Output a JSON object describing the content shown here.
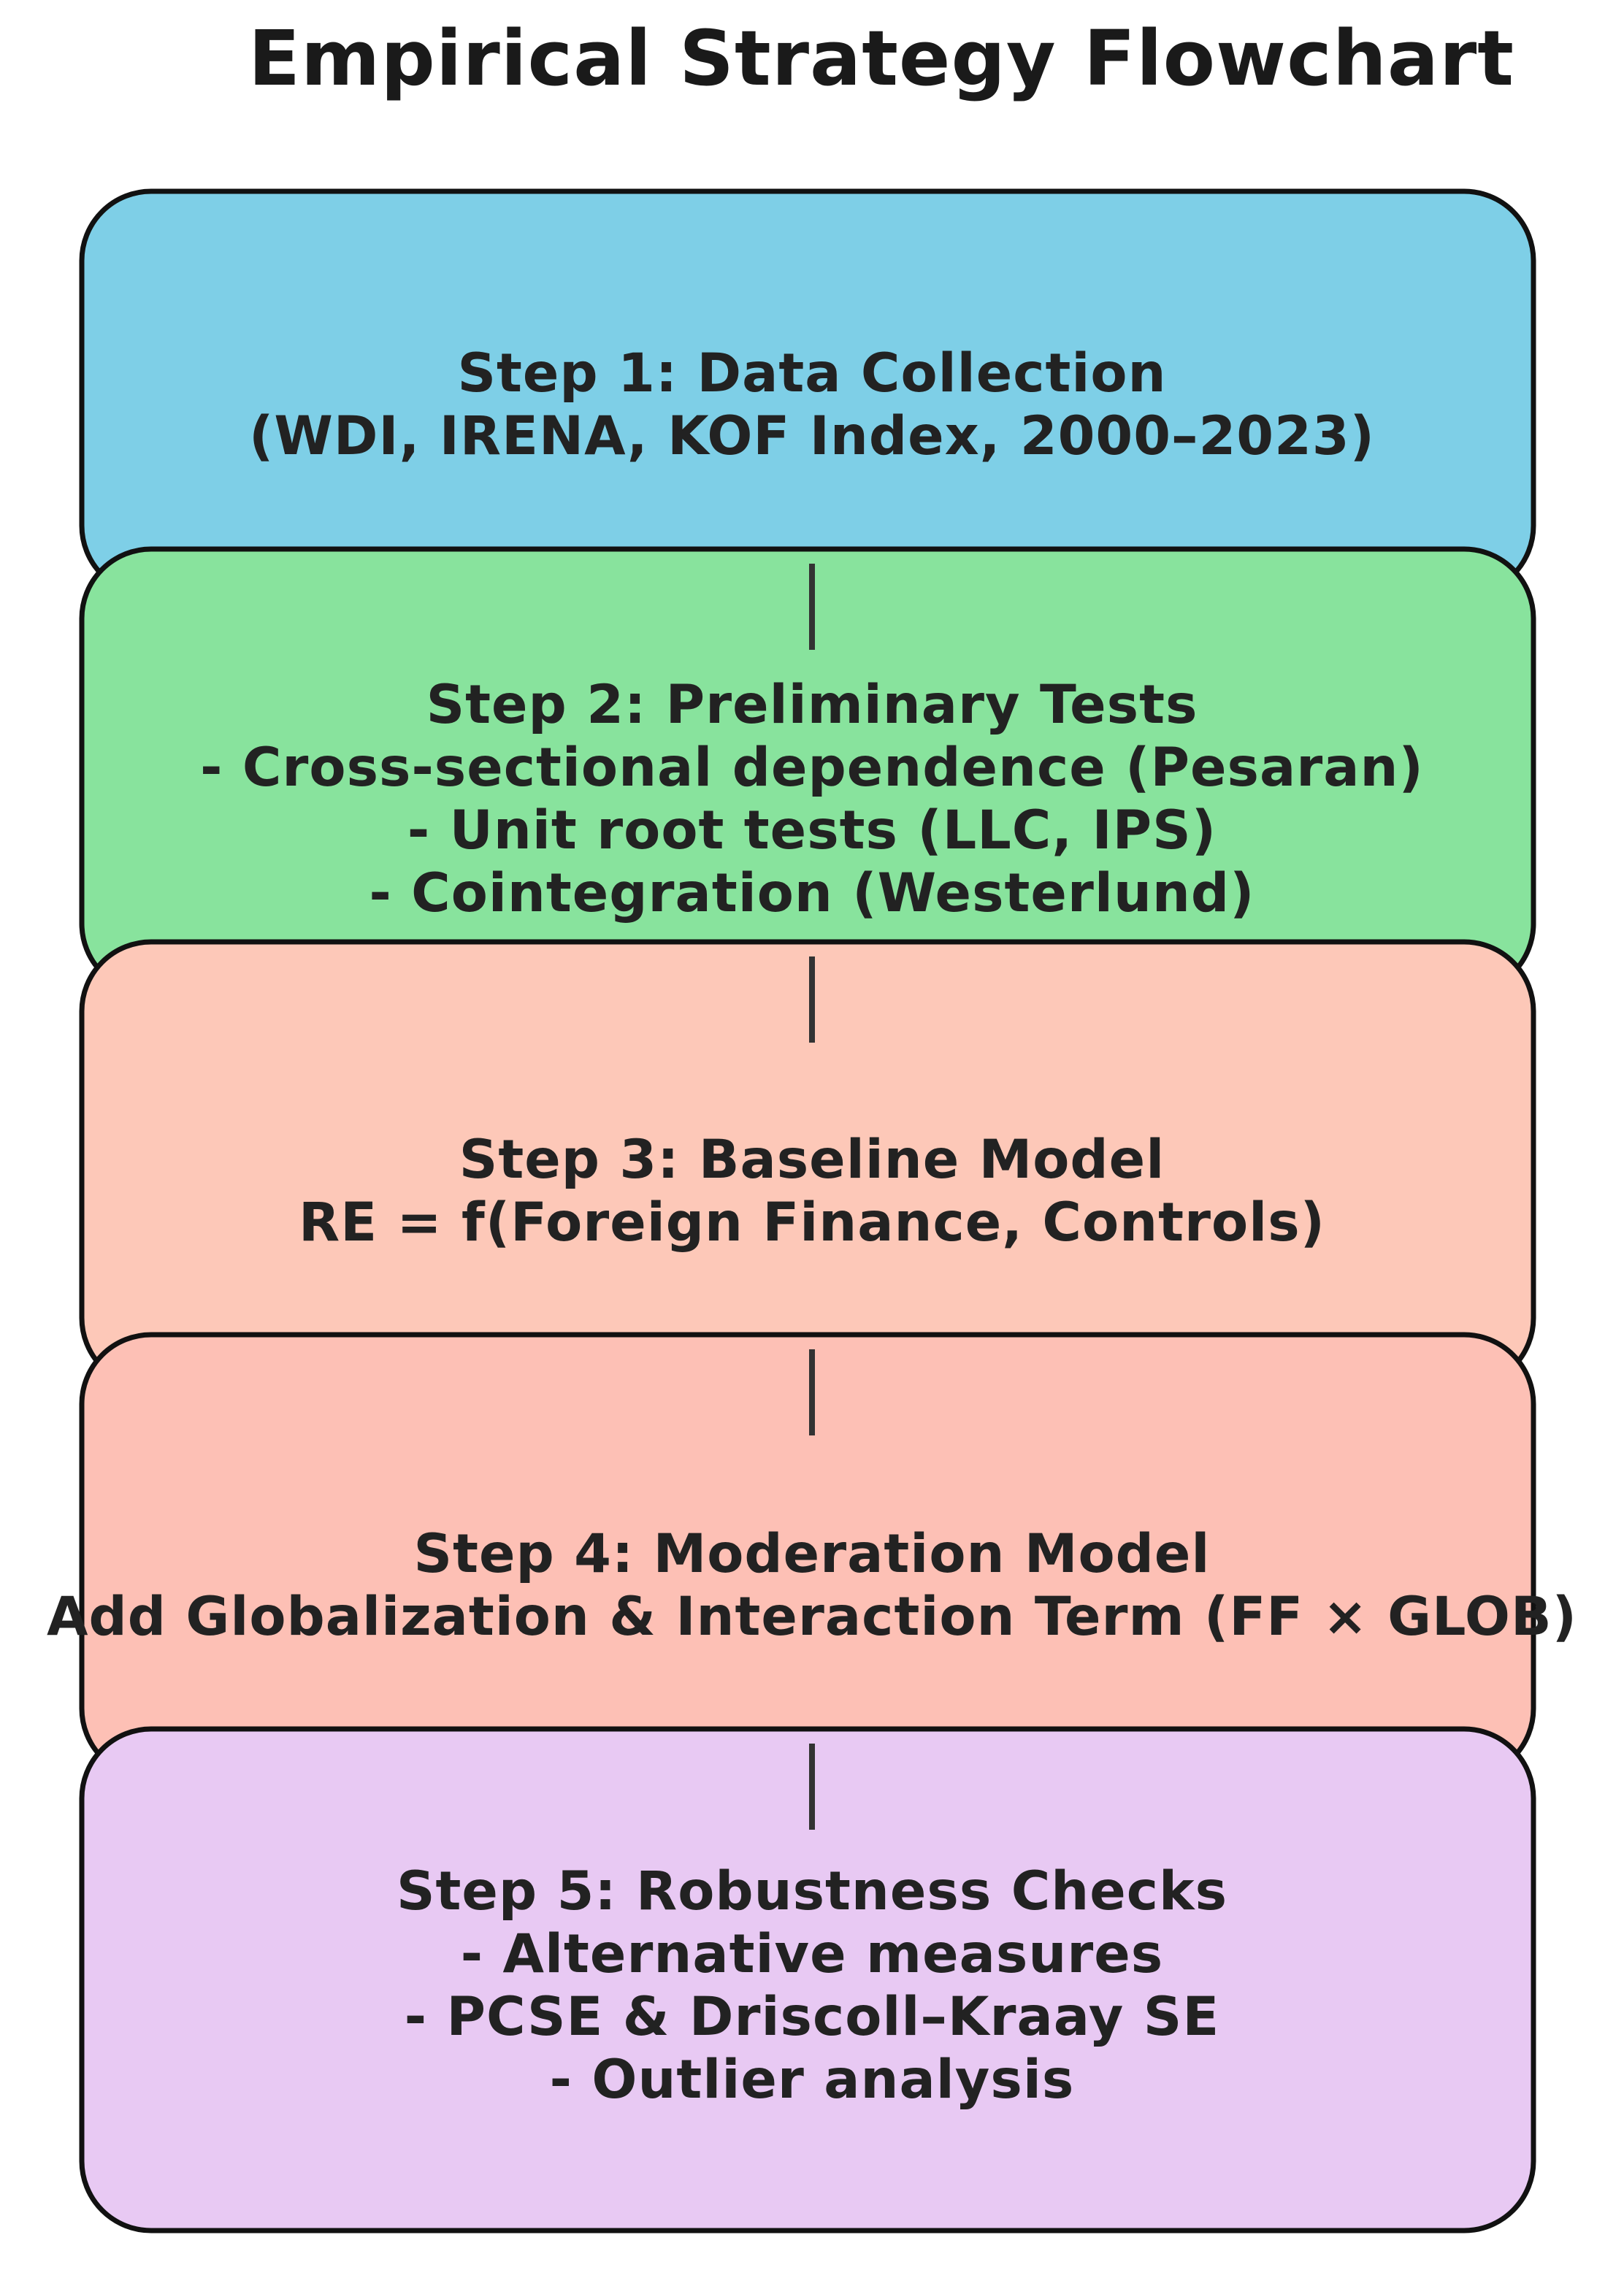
{
  "title": "Empirical Strategy Flowchart",
  "steps": [
    {
      "color": "#7ecfe7",
      "lines": [
        "Step 1: Data Collection",
        "(WDI, IRENA, KOF Index, 2000–2023)"
      ]
    },
    {
      "color": "#88e39d",
      "lines": [
        "Step 2: Preliminary Tests",
        "- Cross-sectional dependence (Pesaran)",
        "- Unit root tests (LLC, IPS)",
        "- Cointegration (Westerlund)"
      ]
    },
    {
      "color": "#fdc8b8",
      "lines": [
        "Step 3: Baseline Model",
        "RE = f(Foreign Finance, Controls)"
      ]
    },
    {
      "color": "#fdc0b5",
      "lines": [
        "Step 4: Moderation Model",
        "Add Globalization & Interaction Term (FF × GLOB)"
      ]
    },
    {
      "color": "#e8c9f3",
      "lines": [
        "Step 5: Robustness Checks",
        "- Alternative measures",
        "- PCSE & Driscoll–Kraay SE",
        "- Outlier analysis"
      ]
    }
  ]
}
